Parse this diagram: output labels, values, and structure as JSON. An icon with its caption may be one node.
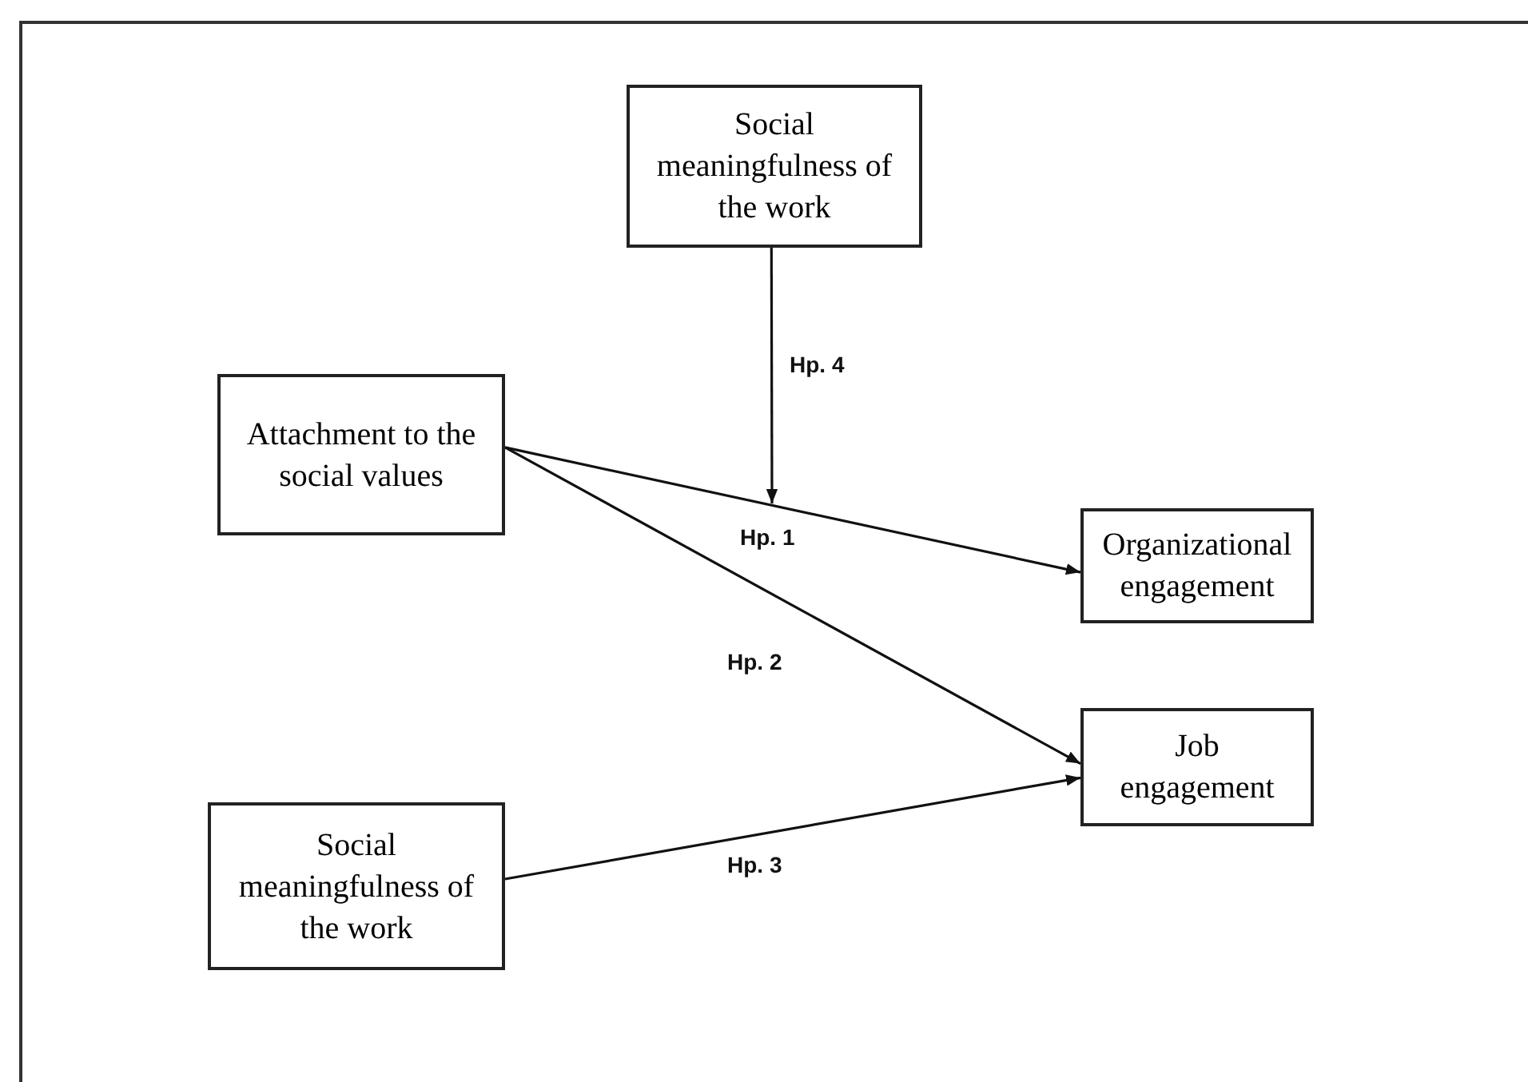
{
  "diagram": {
    "nodes": [
      {
        "text": [
          "Social meaningfulness of the work"
        ]
      },
      {
        "text": [
          "Attachment to the social values"
        ]
      },
      {
        "text": [
          "Organizational engagement"
        ]
      },
      {
        "text": [
          "Job engagement"
        ]
      },
      {
        "text": [
          "Social meaningfulness of the work"
        ]
      }
    ],
    "edges": [
      {
        "from": 1,
        "to": 2,
        "arrow": "to",
        "label": "Hp. 1"
      },
      {
        "from": 1,
        "to": 3,
        "arrow": "to",
        "label": "Hp. 2"
      },
      {
        "from": 4,
        "to": 3,
        "arrow": "to",
        "label": "Hp. 3"
      },
      {
        "from": 0,
        "to": null,
        "arrow": "to",
        "label": "Hp. 4"
      }
    ]
  }
}
